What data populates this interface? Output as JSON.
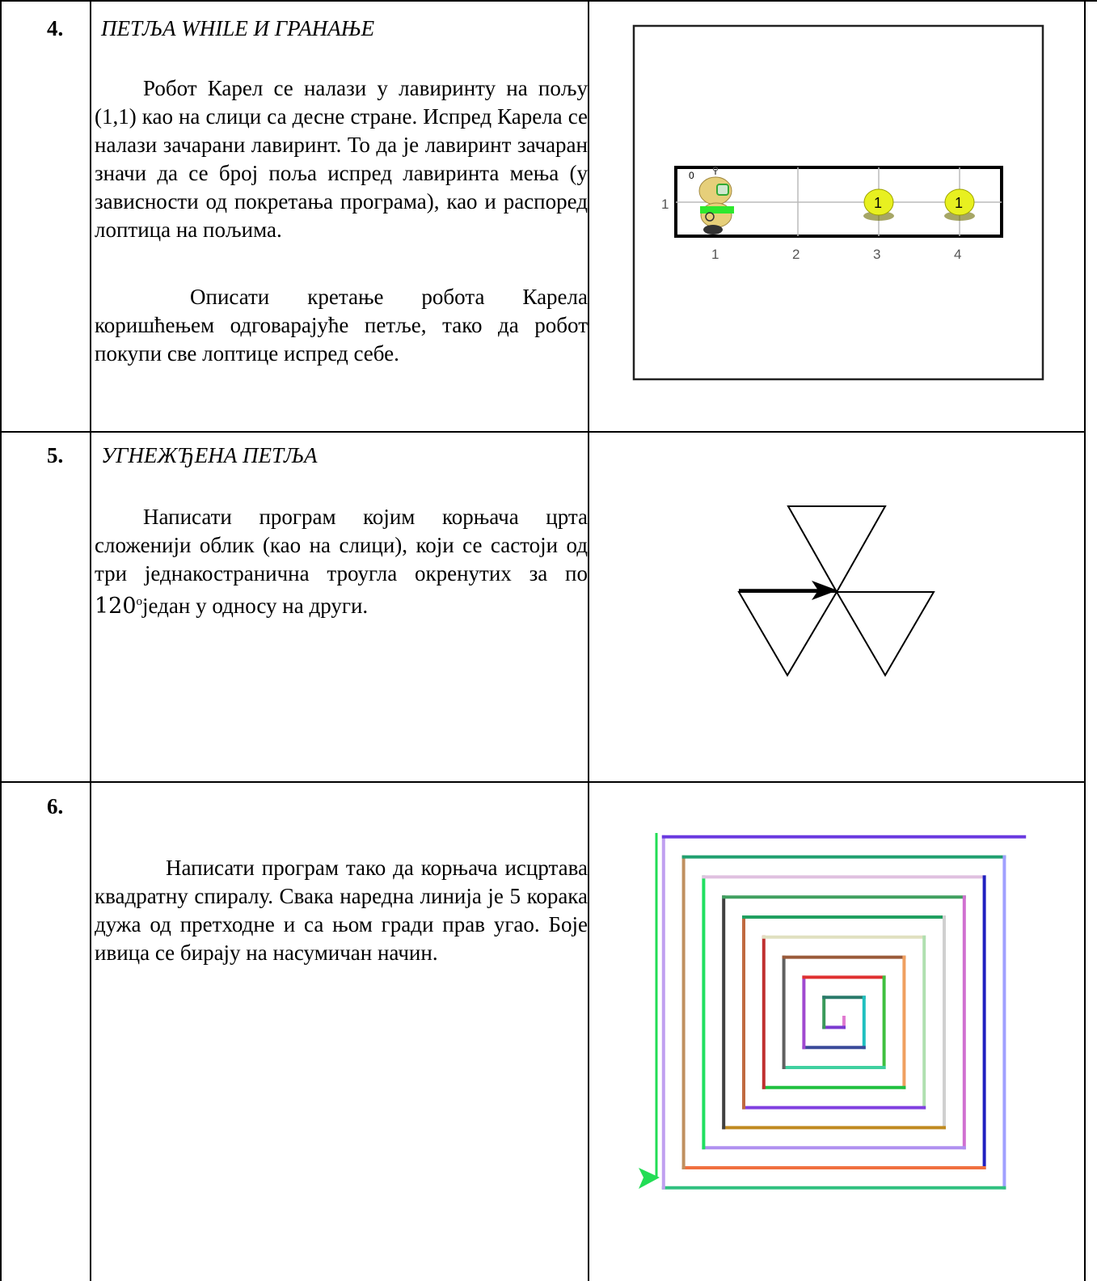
{
  "rows": [
    {
      "number": "4.",
      "title": "ПЕТЉА WHILE И ГРАНАЊЕ",
      "paragraphs": [
        "Робот Карел се налази у лавиринту на пољу (1,1) као на слици са десне стране. Испред Карела се налази зачарани лавиринт. То да је лавиринт зачаран значи да се број поља испред лавиринта мења (у зависности од покретања програма), као и распоред лоптица на пољима.",
        "Описати кретање робота Карела коришћењем одговарајуће петље, тако да робот покупи све лоптице испред себе."
      ],
      "figure": {
        "row_label": "1",
        "column_labels": [
          "1",
          "2",
          "3",
          "4"
        ],
        "robot_counter": "0",
        "ball_labels": [
          "1",
          "1"
        ]
      }
    },
    {
      "number": "5.",
      "title": "УГНЕЖЂЕНА ПЕТЉА",
      "paragraph_before": "Написати програм којим корњача црта сложенији облик (као на слици), који се састоји од три једнакостранична троугла окренутих за по ",
      "angle_value": "120",
      "angle_unit": "o",
      "paragraph_after": "један у односу на други."
    },
    {
      "number": "6.",
      "title": "",
      "paragraph": "Написати програм тако да корњача исцртава квадратну спиралу. Свака наредна линија је 5 корака дужа од претходне и са њом гради прав угао. Боје ивица се бирају на насумичан начин."
    }
  ],
  "spiral_colors": [
    "#e07ad0",
    "#7a3ad0",
    "#3a9a5a",
    "#2a7a6a",
    "#20c0c0",
    "#3a4a9a",
    "#a04ad0",
    "#e03030",
    "#40c040",
    "#40d0a0",
    "#606060",
    "#9a5a3a",
    "#f0a060",
    "#20c040",
    "#c03030",
    "#e0e0c0",
    "#b0e0b0",
    "#8040e0",
    "#c06a40",
    "#20a060",
    "#d0d0d0",
    "#c08a20",
    "#404040",
    "#40a060",
    "#d070d0",
    "#b090f0",
    "#20e060",
    "#e0c0e0",
    "#2020c0",
    "#f07040",
    "#c09060",
    "#20a070",
    "#a0a0ff",
    "#30c080",
    "#c0a0f0",
    "#6a3ae0",
    "#30b070",
    "#20d0a0",
    "#404a4a",
    "#c0e0c0",
    "#20c070",
    "#a070ff"
  ]
}
